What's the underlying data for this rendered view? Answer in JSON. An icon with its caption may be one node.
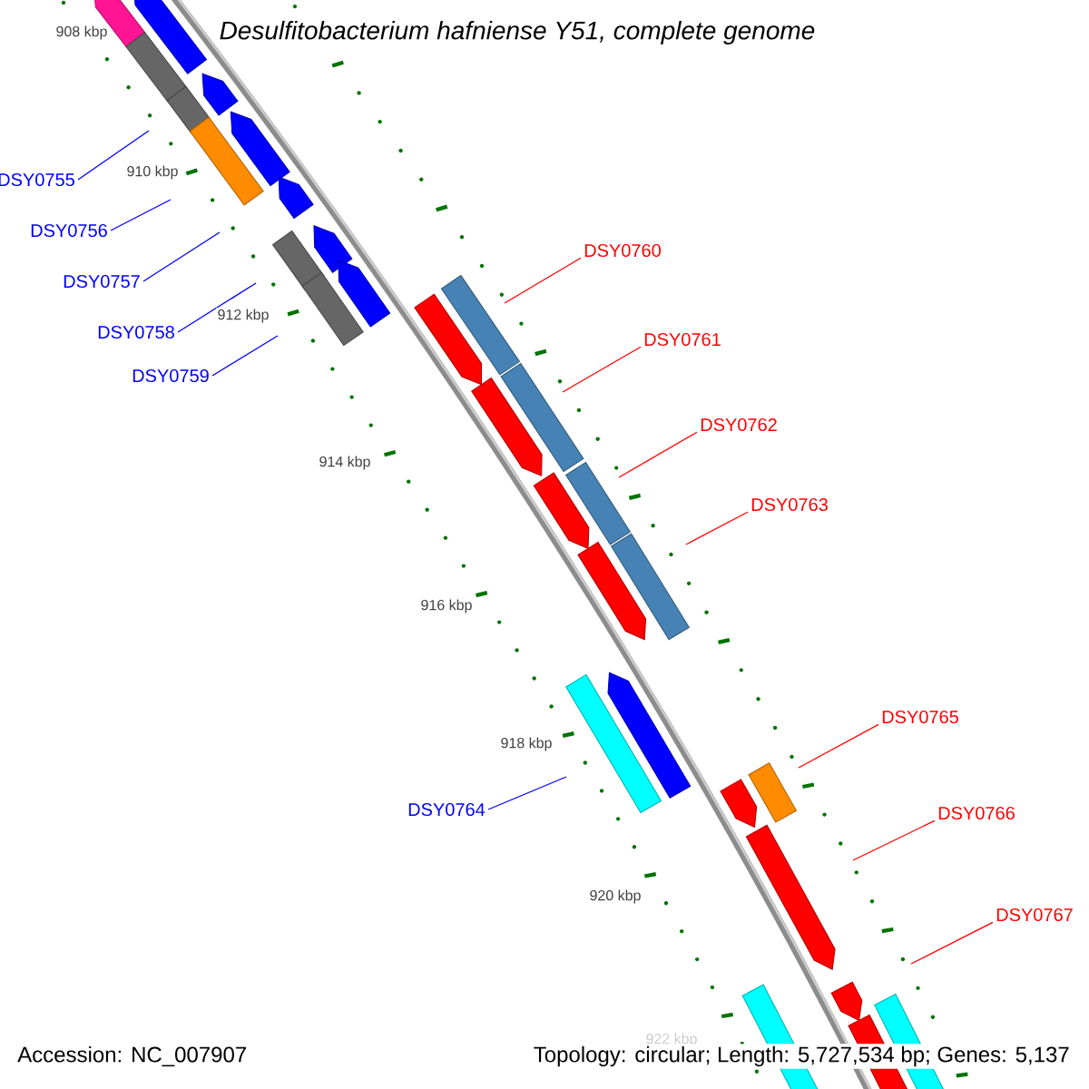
{
  "diagram": {
    "title": "Desulfitobacterium hafniense Y51, complete genome",
    "nodes": [
      {
        "text": [
          "DSY0755"
        ]
      },
      {
        "text": [
          "DSY0756"
        ]
      },
      {
        "text": [
          "DSY0757"
        ]
      },
      {
        "text": [
          "DSY0758"
        ]
      },
      {
        "text": [
          "DSY0759"
        ]
      },
      {
        "text": [
          "DSY0760"
        ]
      },
      {
        "text": [
          "DSY0761"
        ]
      },
      {
        "text": [
          "DSY0762"
        ]
      },
      {
        "text": [
          "DSY0763"
        ]
      },
      {
        "text": [
          "DSY0764"
        ]
      },
      {
        "text": [
          "DSY0765"
        ]
      },
      {
        "text": [
          "DSY0766"
        ]
      },
      {
        "text": [
          "DSY0767"
        ]
      }
    ],
    "edges": [
      {
        "from": 0,
        "to": null,
        "arrow": "none",
        "color": "#0000ff"
      },
      {
        "from": 1,
        "to": null,
        "arrow": "none",
        "color": "#0000ff"
      },
      {
        "from": 2,
        "to": null,
        "arrow": "none",
        "color": "#0000ff"
      },
      {
        "from": 3,
        "to": null,
        "arrow": "none",
        "color": "#0000ff"
      },
      {
        "from": 4,
        "to": null,
        "arrow": "none",
        "color": "#0000ff"
      },
      {
        "from": 5,
        "to": null,
        "arrow": "none",
        "color": "#ff0000"
      },
      {
        "from": 6,
        "to": null,
        "arrow": "none",
        "color": "#ff0000"
      },
      {
        "from": 7,
        "to": null,
        "arrow": "none",
        "color": "#ff0000"
      },
      {
        "from": 8,
        "to": null,
        "arrow": "none",
        "color": "#ff0000"
      },
      {
        "from": 9,
        "to": null,
        "arrow": "none",
        "color": "#0000ff"
      },
      {
        "from": 10,
        "to": null,
        "arrow": "none",
        "color": "#ff0000"
      },
      {
        "from": 11,
        "to": null,
        "arrow": "none",
        "color": "#ff0000"
      },
      {
        "from": 12,
        "to": null,
        "arrow": "none",
        "color": "#ff0000"
      }
    ],
    "labels": [
      "908 kbp",
      "910 kbp",
      "912 kbp",
      "914 kbp",
      "916 kbp",
      "918 kbp",
      "920 kbp",
      "922 kbp",
      "Accession: NC_007907",
      "Topology: circular; Length: 5,727,534 bp; Genes: 5,137"
    ]
  }
}
